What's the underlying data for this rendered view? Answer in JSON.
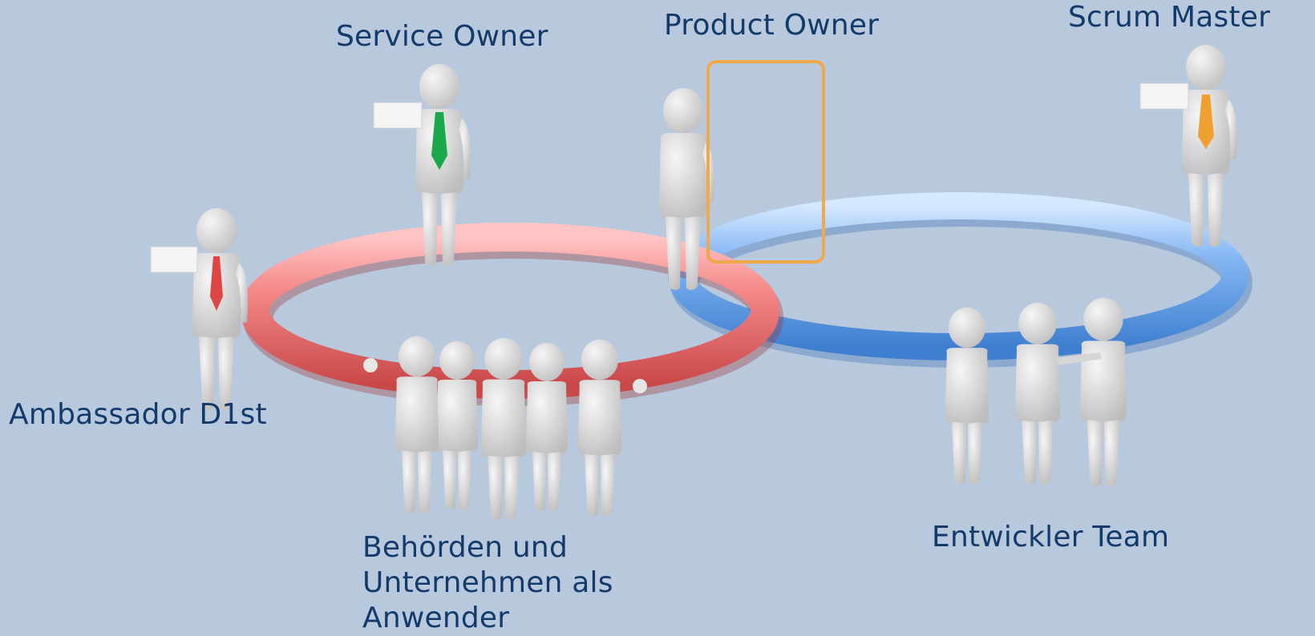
{
  "labels": {
    "service_owner": "Service Owner",
    "product_owner": "Product Owner",
    "scrum_master": "Scrum Master",
    "ambassador": "Ambassador D1st",
    "users_line1": "Behörden und",
    "users_line2": "Unternehmen als",
    "users_line3": "Anwender",
    "dev_team": "Entwickler Team"
  },
  "colors": {
    "background": "#b9c9dd",
    "text": "#123a6b",
    "ring_red": "#f07a7a",
    "ring_blue": "#6fa8ef",
    "tie_green": "#1aa94a",
    "tie_orange": "#f0a030",
    "tie_red": "#e04545",
    "frame_orange": "#f0a848",
    "figure": "#d8d8d8"
  }
}
